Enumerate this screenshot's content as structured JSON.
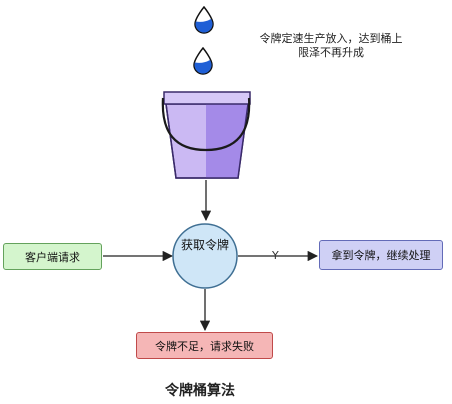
{
  "annotation": {
    "line1": "令牌定速生产放入，达到桶上",
    "line2": "限泽不再升成"
  },
  "icons": {
    "drop": "water-drop-icon",
    "bucket": "bucket-icon"
  },
  "nodes": {
    "client": "客户端请求",
    "acquire": "获取令牌",
    "success": "拿到令牌，继续处理",
    "fail": "令牌不足，请求失败"
  },
  "edge_label": "Y",
  "title": "令牌桶算法",
  "colors": {
    "drop": "#1f5fd6",
    "bucket_light": "#cbb9f3",
    "bucket_dark": "#a48ae8",
    "client_fill": "#d4f5cd",
    "success_fill": "#cfd0f5",
    "fail_fill": "#f5b6b6",
    "circle_fill": "#cfe6f7"
  }
}
